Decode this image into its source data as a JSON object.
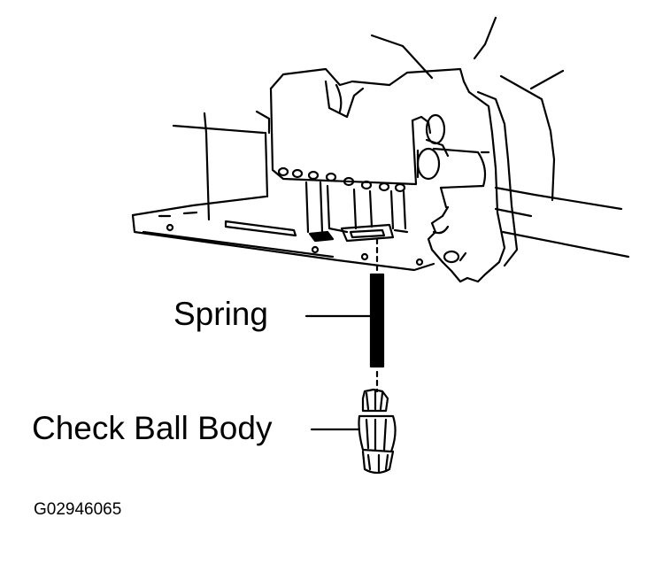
{
  "labels": {
    "spring": "Spring",
    "check_ball_body": "Check Ball Body",
    "figure_code": "G02946065"
  },
  "colors": {
    "line": "#000000",
    "background": "#ffffff"
  }
}
